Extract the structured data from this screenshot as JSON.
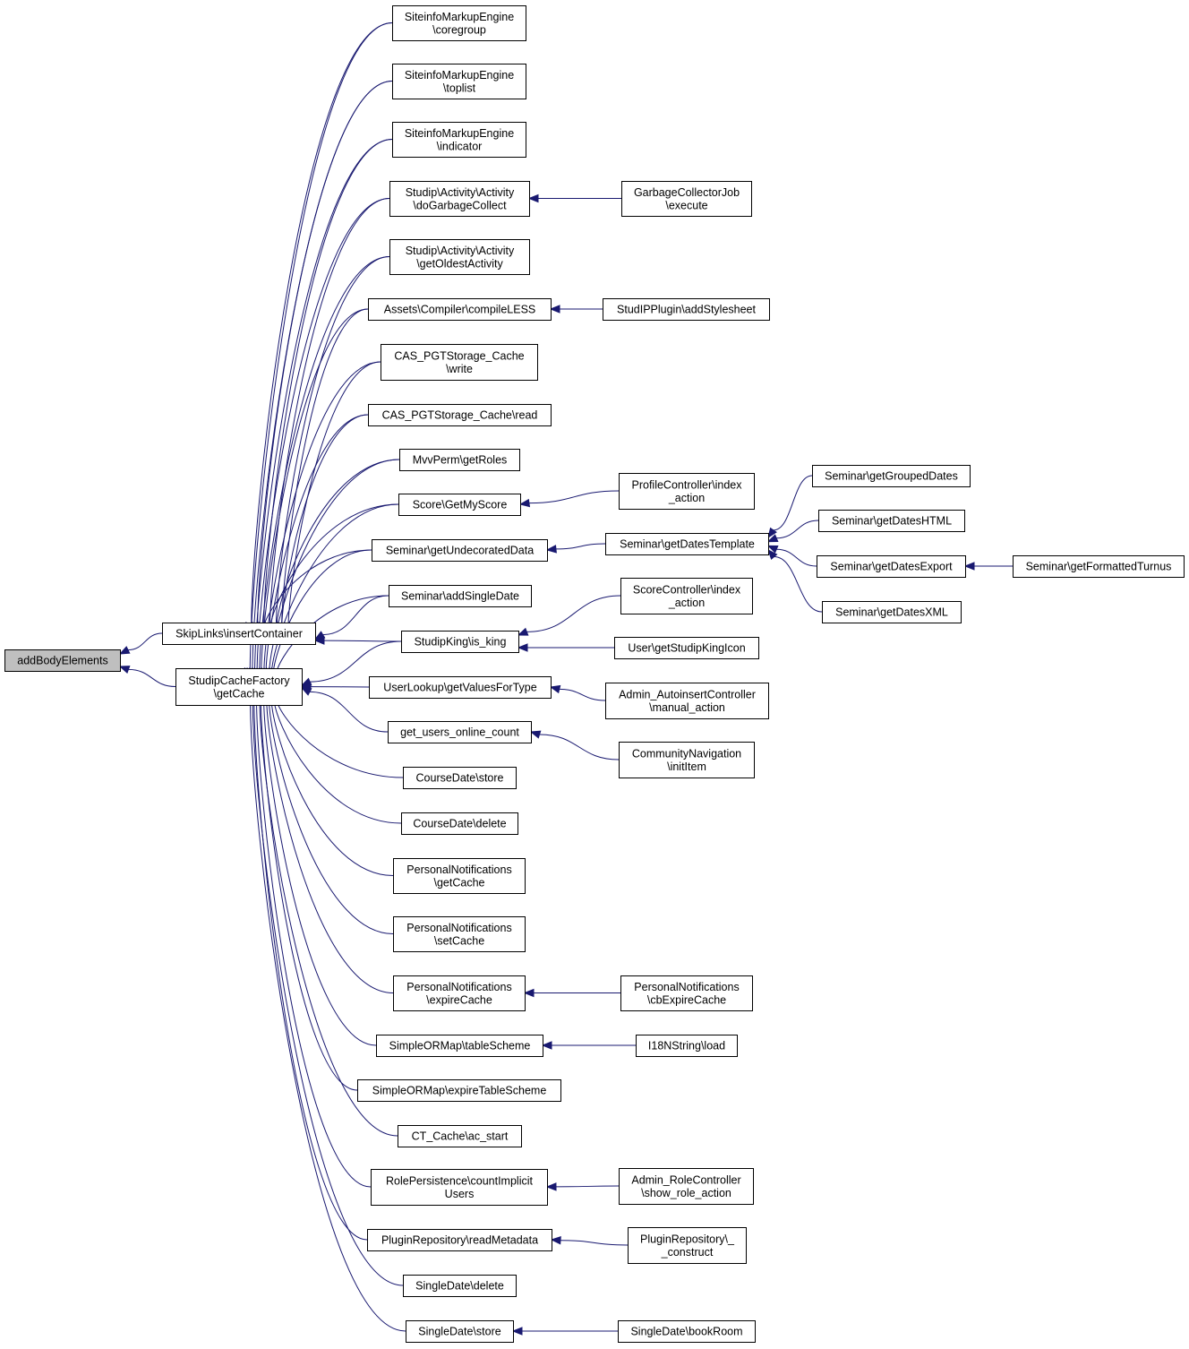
{
  "diagram": {
    "edge_color": "#191970",
    "root_fill": "#bfbfbf",
    "nodes": [
      {
        "id": "n0",
        "lines": [
          "addBodyElements"
        ],
        "root": true
      },
      {
        "id": "n1",
        "lines": [
          "SkipLinks\\insertContainer"
        ]
      },
      {
        "id": "n2",
        "lines": [
          "StudipCacheFactory",
          "\\getCache"
        ]
      },
      {
        "id": "n3",
        "lines": [
          "SiteinfoMarkupEngine",
          "\\coregroup"
        ]
      },
      {
        "id": "n4",
        "lines": [
          "SiteinfoMarkupEngine",
          "\\toplist"
        ]
      },
      {
        "id": "n5",
        "lines": [
          "SiteinfoMarkupEngine",
          "\\indicator"
        ]
      },
      {
        "id": "n6",
        "lines": [
          "Studip\\Activity\\Activity",
          "\\doGarbageCollect"
        ]
      },
      {
        "id": "n7",
        "lines": [
          "Studip\\Activity\\Activity",
          "\\getOldestActivity"
        ]
      },
      {
        "id": "n8",
        "lines": [
          "Assets\\Compiler\\compileLESS"
        ]
      },
      {
        "id": "n9",
        "lines": [
          "CAS_PGTStorage_Cache",
          "\\write"
        ]
      },
      {
        "id": "n10",
        "lines": [
          "CAS_PGTStorage_Cache\\read"
        ]
      },
      {
        "id": "n11",
        "lines": [
          "MvvPerm\\getRoles"
        ]
      },
      {
        "id": "n12",
        "lines": [
          "Score\\GetMyScore"
        ]
      },
      {
        "id": "n13",
        "lines": [
          "Seminar\\getUndecoratedData"
        ]
      },
      {
        "id": "n14",
        "lines": [
          "Seminar\\addSingleDate"
        ]
      },
      {
        "id": "n15",
        "lines": [
          "StudipKing\\is_king"
        ]
      },
      {
        "id": "n16",
        "lines": [
          "UserLookup\\getValuesForType"
        ]
      },
      {
        "id": "n17",
        "lines": [
          "get_users_online_count"
        ]
      },
      {
        "id": "n18",
        "lines": [
          "CourseDate\\store"
        ]
      },
      {
        "id": "n19",
        "lines": [
          "CourseDate\\delete"
        ]
      },
      {
        "id": "n20",
        "lines": [
          "PersonalNotifications",
          "\\getCache"
        ]
      },
      {
        "id": "n21",
        "lines": [
          "PersonalNotifications",
          "\\setCache"
        ]
      },
      {
        "id": "n22",
        "lines": [
          "PersonalNotifications",
          "\\expireCache"
        ]
      },
      {
        "id": "n23",
        "lines": [
          "SimpleORMap\\tableScheme"
        ]
      },
      {
        "id": "n24",
        "lines": [
          "SimpleORMap\\expireTableScheme"
        ]
      },
      {
        "id": "n25",
        "lines": [
          "CT_Cache\\ac_start"
        ]
      },
      {
        "id": "n26",
        "lines": [
          "RolePersistence\\countImplicit",
          "Users"
        ]
      },
      {
        "id": "n27",
        "lines": [
          "PluginRepository\\readMetadata"
        ]
      },
      {
        "id": "n28",
        "lines": [
          "SingleDate\\delete"
        ]
      },
      {
        "id": "n29",
        "lines": [
          "SingleDate\\store"
        ]
      },
      {
        "id": "n30",
        "lines": [
          "GarbageCollectorJob",
          "\\execute"
        ]
      },
      {
        "id": "n31",
        "lines": [
          "StudIPPlugin\\addStylesheet"
        ]
      },
      {
        "id": "n32",
        "lines": [
          "ProfileController\\index",
          "_action"
        ]
      },
      {
        "id": "n33",
        "lines": [
          "Seminar\\getDatesTemplate"
        ]
      },
      {
        "id": "n34",
        "lines": [
          "ScoreController\\index",
          "_action"
        ]
      },
      {
        "id": "n35",
        "lines": [
          "User\\getStudipKingIcon"
        ]
      },
      {
        "id": "n36",
        "lines": [
          "Admin_AutoinsertController",
          "\\manual_action"
        ]
      },
      {
        "id": "n37",
        "lines": [
          "CommunityNavigation",
          "\\initItem"
        ]
      },
      {
        "id": "n38",
        "lines": [
          "PersonalNotifications",
          "\\cbExpireCache"
        ]
      },
      {
        "id": "n39",
        "lines": [
          "I18NString\\load"
        ]
      },
      {
        "id": "n40",
        "lines": [
          "Admin_RoleController",
          "\\show_role_action"
        ]
      },
      {
        "id": "n41",
        "lines": [
          "PluginRepository\\_",
          "_construct"
        ]
      },
      {
        "id": "n42",
        "lines": [
          "SingleDate\\bookRoom"
        ]
      },
      {
        "id": "n43",
        "lines": [
          "Seminar\\getGroupedDates"
        ]
      },
      {
        "id": "n44",
        "lines": [
          "Seminar\\getDatesHTML"
        ]
      },
      {
        "id": "n45",
        "lines": [
          "Seminar\\getDatesExport"
        ]
      },
      {
        "id": "n46",
        "lines": [
          "Seminar\\getDatesXML"
        ]
      },
      {
        "id": "n47",
        "lines": [
          "Seminar\\getFormattedTurnus"
        ]
      }
    ],
    "edges": [
      {
        "from": "n1",
        "to": "n0"
      },
      {
        "from": "n2",
        "to": "n0"
      },
      {
        "from": "n3",
        "to": "n1"
      },
      {
        "from": "n4",
        "to": "n1"
      },
      {
        "from": "n5",
        "to": "n1"
      },
      {
        "from": "n6",
        "to": "n1"
      },
      {
        "from": "n7",
        "to": "n1"
      },
      {
        "from": "n8",
        "to": "n1"
      },
      {
        "from": "n9",
        "to": "n1"
      },
      {
        "from": "n10",
        "to": "n1"
      },
      {
        "from": "n11",
        "to": "n1"
      },
      {
        "from": "n12",
        "to": "n1"
      },
      {
        "from": "n13",
        "to": "n1"
      },
      {
        "from": "n14",
        "to": "n1"
      },
      {
        "from": "n15",
        "to": "n1"
      },
      {
        "from": "n3",
        "to": "n2"
      },
      {
        "from": "n4",
        "to": "n2"
      },
      {
        "from": "n5",
        "to": "n2"
      },
      {
        "from": "n6",
        "to": "n2"
      },
      {
        "from": "n7",
        "to": "n2"
      },
      {
        "from": "n8",
        "to": "n2"
      },
      {
        "from": "n9",
        "to": "n2"
      },
      {
        "from": "n10",
        "to": "n2"
      },
      {
        "from": "n11",
        "to": "n2"
      },
      {
        "from": "n12",
        "to": "n2"
      },
      {
        "from": "n13",
        "to": "n2"
      },
      {
        "from": "n14",
        "to": "n2"
      },
      {
        "from": "n15",
        "to": "n2"
      },
      {
        "from": "n16",
        "to": "n2"
      },
      {
        "from": "n17",
        "to": "n2"
      },
      {
        "from": "n18",
        "to": "n2"
      },
      {
        "from": "n19",
        "to": "n2"
      },
      {
        "from": "n20",
        "to": "n2"
      },
      {
        "from": "n21",
        "to": "n2"
      },
      {
        "from": "n22",
        "to": "n2"
      },
      {
        "from": "n23",
        "to": "n2"
      },
      {
        "from": "n24",
        "to": "n2"
      },
      {
        "from": "n25",
        "to": "n2"
      },
      {
        "from": "n26",
        "to": "n2"
      },
      {
        "from": "n27",
        "to": "n2"
      },
      {
        "from": "n28",
        "to": "n2"
      },
      {
        "from": "n29",
        "to": "n2"
      },
      {
        "from": "n30",
        "to": "n6"
      },
      {
        "from": "n31",
        "to": "n8"
      },
      {
        "from": "n32",
        "to": "n12"
      },
      {
        "from": "n33",
        "to": "n13"
      },
      {
        "from": "n34",
        "to": "n15"
      },
      {
        "from": "n35",
        "to": "n15"
      },
      {
        "from": "n36",
        "to": "n16"
      },
      {
        "from": "n37",
        "to": "n17"
      },
      {
        "from": "n38",
        "to": "n22"
      },
      {
        "from": "n39",
        "to": "n23"
      },
      {
        "from": "n40",
        "to": "n26"
      },
      {
        "from": "n41",
        "to": "n27"
      },
      {
        "from": "n42",
        "to": "n29"
      },
      {
        "from": "n43",
        "to": "n33"
      },
      {
        "from": "n44",
        "to": "n33"
      },
      {
        "from": "n45",
        "to": "n33"
      },
      {
        "from": "n46",
        "to": "n33"
      },
      {
        "from": "n47",
        "to": "n45"
      }
    ]
  }
}
